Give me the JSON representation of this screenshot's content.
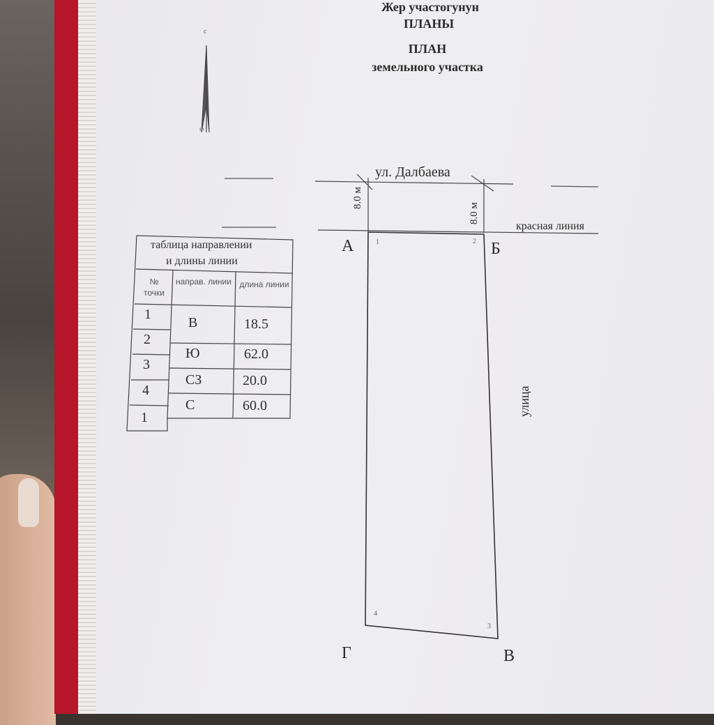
{
  "header": {
    "title_ky_1": "Жер участогунун",
    "title_ky_2": "ПЛАНЫ",
    "title_ru_1": "ПЛАН",
    "title_ru_2": "земельного участка"
  },
  "north_arrow": {
    "top_label": "с",
    "bottom_label": "ю"
  },
  "plan": {
    "street_top": "ул. Далбаева",
    "street_right": "улица",
    "red_line": "красная линия",
    "setback_left": "8.0 м",
    "setback_right": "8.0 м",
    "corner_letters": [
      "А",
      "Б",
      "В",
      "Г"
    ],
    "point_numbers": [
      "1",
      "2",
      "3",
      "4"
    ]
  },
  "table": {
    "title_line1": "таблица направлении",
    "title_line2": "и длины линии",
    "col_point": "№ точки",
    "col_direction": "направ. линии",
    "col_length": "длина линии",
    "points": [
      "1",
      "2",
      "3",
      "4",
      "1"
    ],
    "rows": [
      {
        "direction": "В",
        "length": "18.5"
      },
      {
        "direction": "Ю",
        "length": "62.0"
      },
      {
        "direction": "СЗ",
        "length": "20.0"
      },
      {
        "direction": "С",
        "length": "60.0"
      }
    ]
  }
}
